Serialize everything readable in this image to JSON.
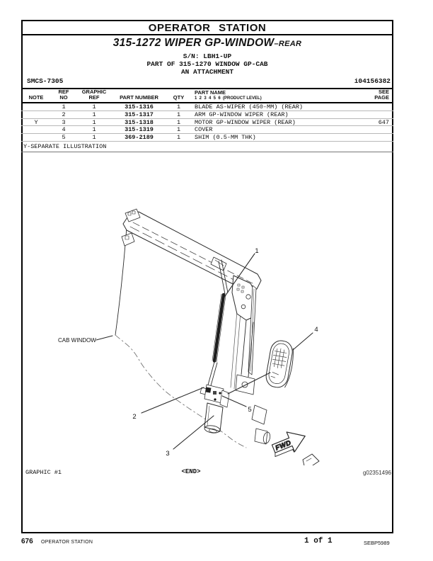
{
  "header": {
    "title": "OPERATOR STATION"
  },
  "subtitle": {
    "line1_main": "315-1272 WIPER GP-WINDOW",
    "line1_suffix": "–REAR",
    "sn": "S/N: LBH1-UP",
    "part_of": "PART OF 315-1270 WINDOW GP-CAB",
    "attachment": "AN ATTACHMENT",
    "smcs": "SMCS-7305",
    "doc_id": "i04156382"
  },
  "table": {
    "headers": {
      "note": "NOTE",
      "ref_line1": "REF",
      "ref_line2": "NO",
      "graphic_line1": "GRAPHIC",
      "graphic_line2": "REF",
      "part_number": "PART NUMBER",
      "qty": "QTY",
      "part_name": "PART NAME",
      "product_level": "1  2  3  4  5  6  (PRODUCT LEVEL)",
      "see_line1": "SEE",
      "see_line2": "PAGE"
    },
    "rows": [
      {
        "note": "",
        "ref_no": "1",
        "graphic_ref": "1",
        "part_number": "315-1316",
        "qty": "1",
        "part_name": "BLADE AS-WIPER (450-MM) (REAR)",
        "see_page": ""
      },
      {
        "note": "",
        "ref_no": "2",
        "graphic_ref": "1",
        "part_number": "315-1317",
        "qty": "1",
        "part_name": "ARM GP-WINDOW WIPER (REAR)",
        "see_page": ""
      },
      {
        "note": "Y",
        "ref_no": "3",
        "graphic_ref": "1",
        "part_number": "315-1318",
        "qty": "1",
        "part_name": "MOTOR GP-WINDOW WIPER (REAR)",
        "see_page": "647"
      },
      {
        "note": "",
        "ref_no": "4",
        "graphic_ref": "1",
        "part_number": "315-1319",
        "qty": "1",
        "part_name": "COVER",
        "see_page": ""
      },
      {
        "note": "",
        "ref_no": "5",
        "graphic_ref": "1",
        "part_number": "369-2189",
        "qty": "1",
        "part_name": "SHIM (0.5-MM THK)",
        "see_page": ""
      }
    ],
    "footnote": "Y-SEPARATE ILLUSTRATION"
  },
  "illustration": {
    "cab_window_label": "CAB WINDOW",
    "callouts": {
      "c1": "1",
      "c2": "2",
      "c3": "3",
      "c4": "4",
      "c5": "5"
    },
    "fwd_label": "FWD",
    "graphic_label": "GRAPHIC #1",
    "end_label": "<END>",
    "graphic_id": "g02351496"
  },
  "footer": {
    "page_number": "676",
    "section": "OPERATOR STATION",
    "page_count": "1 of 1",
    "doc_code": "SEBP5989"
  }
}
